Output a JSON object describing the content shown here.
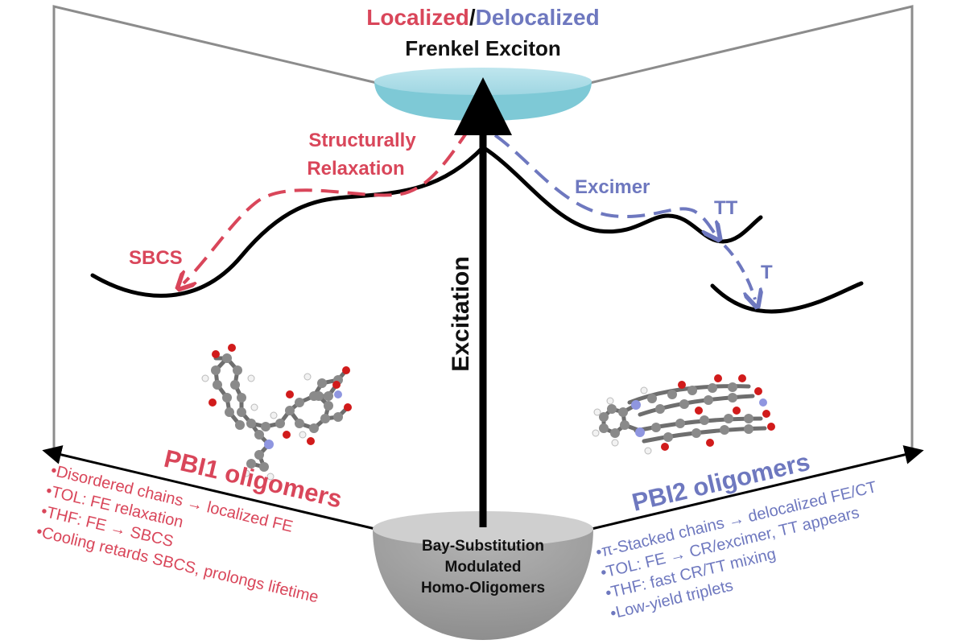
{
  "top_title": {
    "localized": "Localized",
    "slash": "/",
    "delocalized": "Delocalized",
    "subtitle": "Frenkel Exciton"
  },
  "center_arrow_label": "Excitation",
  "left_path": {
    "relaxation_line1": "Structurally",
    "relaxation_line2": "Relaxation",
    "end_state": "SBCS"
  },
  "right_path": {
    "excimer": "Excimer",
    "tt": "TT",
    "t": "T"
  },
  "pbi1": {
    "title": "PBI1 oligomers",
    "notes": [
      "•Disordered chains → localized FE",
      "•TOL: FE relaxation",
      "•THF: FE → SBCS",
      "•Cooling retards SBCS, prolongs lifetime"
    ]
  },
  "pbi2": {
    "title": "PBI2 oligomers",
    "notes": [
      "•π-Stacked chains → delocalized FE/CT",
      "•TOL: FE → CR/excimer, TT appears",
      "•THF: fast CR/TT mixing",
      "•Low-yield triplets"
    ]
  },
  "bowl": {
    "line1": "Bay-Substitution",
    "line2": "Modulated",
    "line3": "Homo-Oligomers"
  },
  "colors": {
    "localized_red": "#d9465a",
    "delocalized_blue": "#6e78bf",
    "exciton_disk": "#7ec9d6",
    "bowl_gray": "#a9a9a9",
    "frame_gray": "#8c8c8c",
    "carbon": "#8a8a8a",
    "oxygen": "#d11b1b",
    "nitrogen": "#8f96e0",
    "hydrogen": "#f2f2f2"
  },
  "icons": [
    "molecule-pbi1-icon",
    "molecule-pbi2-icon"
  ]
}
